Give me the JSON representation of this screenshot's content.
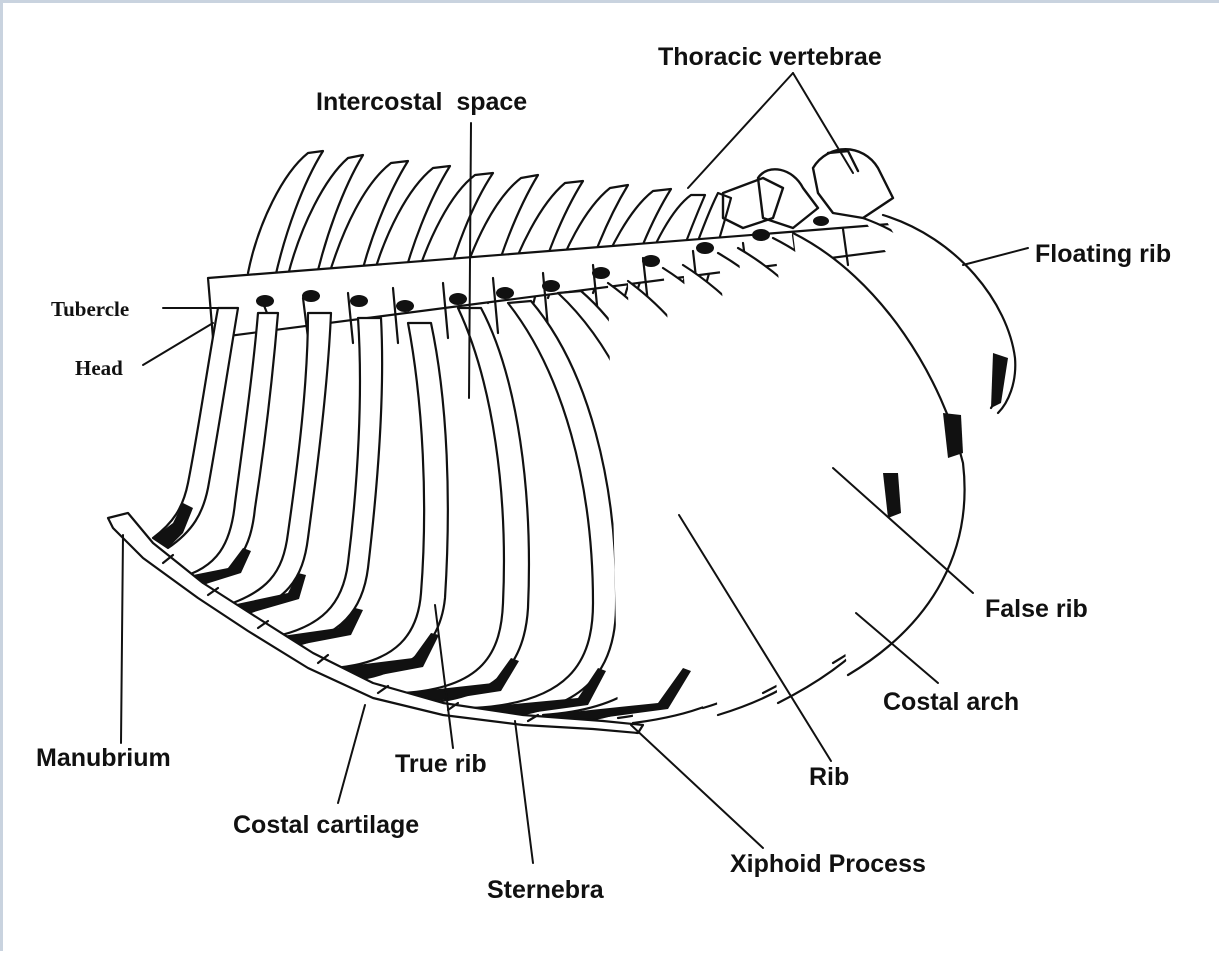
{
  "diagram": {
    "labels": {
      "thoracic_vertebrae": "Thoracic vertebrae",
      "intercostal_space": "Intercostal  space",
      "floating_rib": "Floating rib",
      "tubercle": "Tubercle",
      "head": "Head",
      "false_rib": "False rib",
      "costal_arch": "Costal arch",
      "manubrium": "Manubrium",
      "true_rib": "True rib",
      "rib": "Rib",
      "costal_cartilage": "Costal cartilage",
      "xiphoid_process": "Xiphoid Process",
      "sternebra": "Sternebra"
    },
    "colors": {
      "ink": "#111111",
      "bone": "#ffffff",
      "frame": "#c9d3df"
    }
  }
}
